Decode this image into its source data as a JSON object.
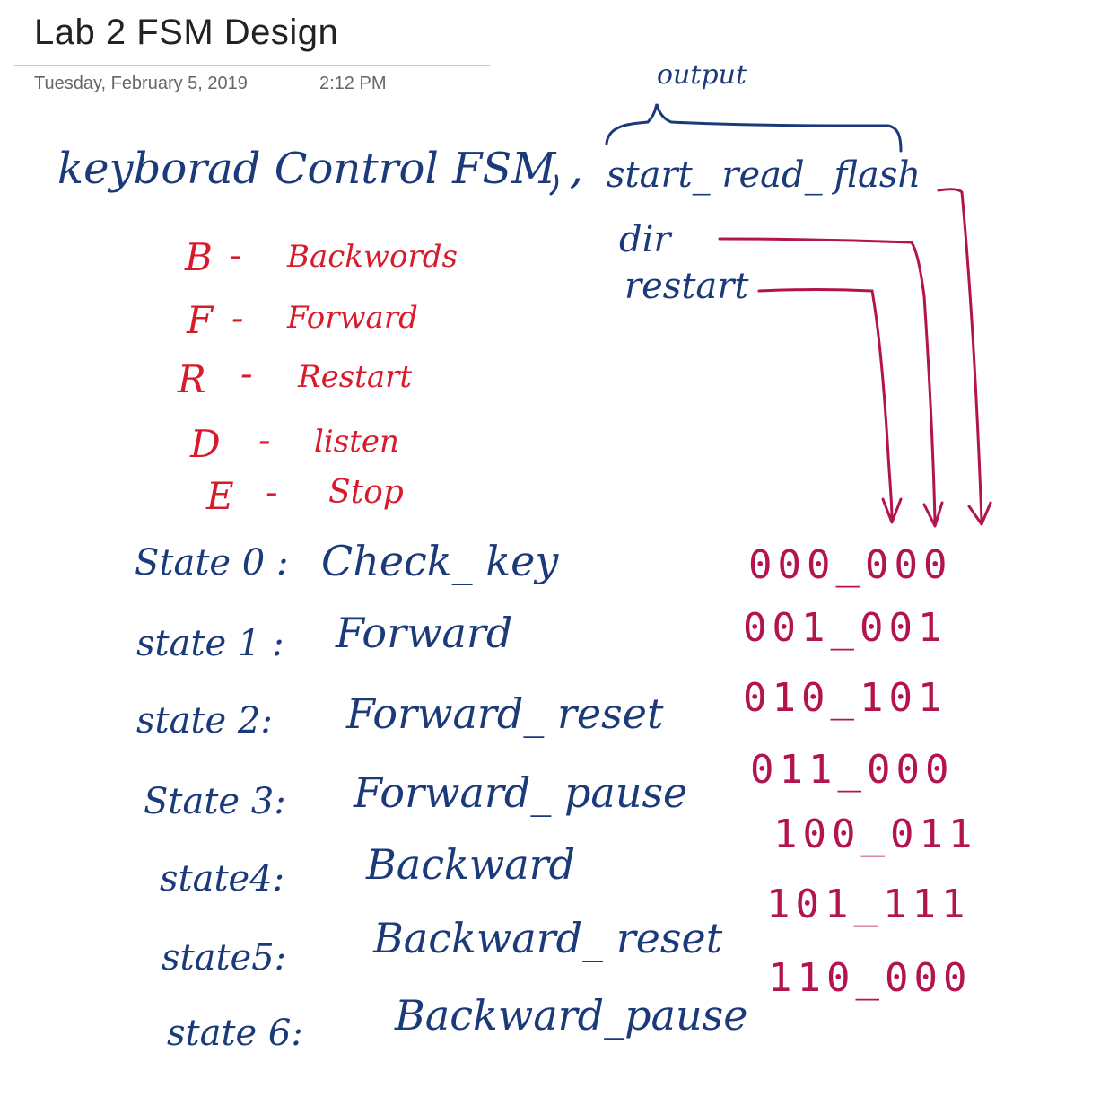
{
  "page": {
    "title": "Lab 2 FSM Design",
    "date": "Tuesday,  February 5, 2019",
    "time": "2:12 PM"
  },
  "notes": {
    "heading": "keyborad Control FSM ,",
    "output_label": "output",
    "outputs": [
      "start_ read_ flash",
      "dir",
      "restart"
    ],
    "key_mappings": [
      {
        "key": "B",
        "sep": "-",
        "action": "Backwords"
      },
      {
        "key": "F",
        "sep": "-",
        "action": "Forward"
      },
      {
        "key": "R",
        "sep": "-",
        "action": "Restart"
      },
      {
        "key": "D",
        "sep": "-",
        "action": "listen"
      },
      {
        "key": "E",
        "sep": "-",
        "action": "Stop"
      }
    ],
    "states": [
      {
        "label": "State 0 :",
        "name": "Check_ key",
        "code": "000_000"
      },
      {
        "label": "state 1 :",
        "name": "Forward",
        "code": "001_001"
      },
      {
        "label": "state 2:",
        "name": "Forward_ reset",
        "code": "010_101"
      },
      {
        "label": "State 3:",
        "name": "Forward_ pause",
        "code": "011_000"
      },
      {
        "label": "state4:",
        "name": "Backward",
        "code": "100_011"
      },
      {
        "label": "state5:",
        "name": "Backward_ reset",
        "code": "101_111"
      },
      {
        "label": "state 6:",
        "name": "Backward_pause",
        "code": "110_000"
      }
    ]
  },
  "colors": {
    "ink_blue": "#1b3a7a",
    "ink_red": "#d81b2c",
    "ink_magenta": "#b3134f"
  }
}
